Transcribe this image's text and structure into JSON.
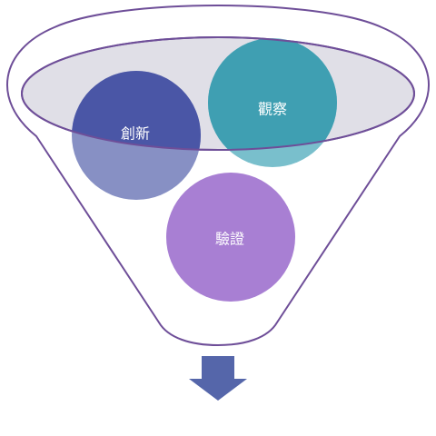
{
  "diagram": {
    "type": "funnel",
    "items": [
      {
        "label": "創新",
        "color": "#4a56a6"
      },
      {
        "label": "觀察",
        "color": "#3f9fb2"
      },
      {
        "label": "驗證",
        "color": "#a87fd3"
      }
    ],
    "funnel_outline_color": "#6e4e98",
    "funnel_rim_fill": "#e0dfe7",
    "arrow_color": "#5566aa"
  }
}
